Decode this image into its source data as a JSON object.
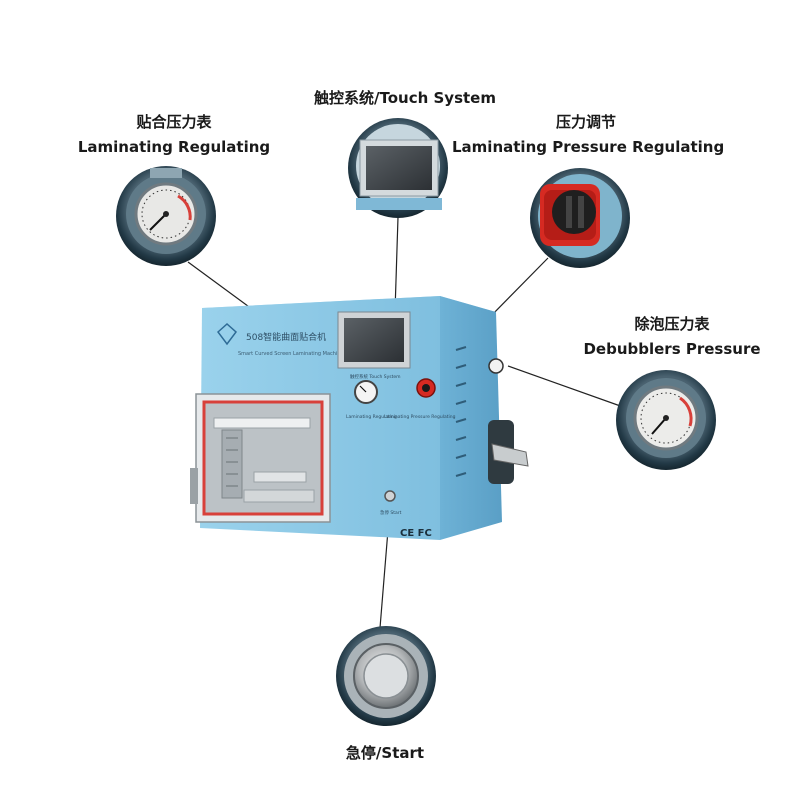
{
  "labels": {
    "touch_system": {
      "cn": "触控系统/Touch System"
    },
    "laminating_gauge": {
      "cn": "贴合压力表",
      "en": "Laminating Regulating"
    },
    "pressure_regulating": {
      "cn": "压力调节",
      "en": "Laminating Pressure Regulating"
    },
    "debubbler_gauge": {
      "cn": "除泡压力表",
      "en": "Debubblers Pressure"
    },
    "start": {
      "cn": "急停/Start"
    }
  },
  "machine": {
    "model": "508智能曲面贴合机",
    "subtitle": "Smart Curved Screen Laminating Machine",
    "touch_caption": "触控系统 Touch System",
    "gauge_caption": "Laminating Regulating",
    "regulator_caption": "Laminating Pressure Regulating",
    "start_caption": "急停 Start",
    "cert": "CE FC"
  },
  "colors": {
    "body": "#8cc8e4",
    "body_dark": "#6aaed2",
    "bezel_outer": "#1e3542",
    "frame_red": "#d8403a",
    "knob_red": "#d62a22"
  }
}
